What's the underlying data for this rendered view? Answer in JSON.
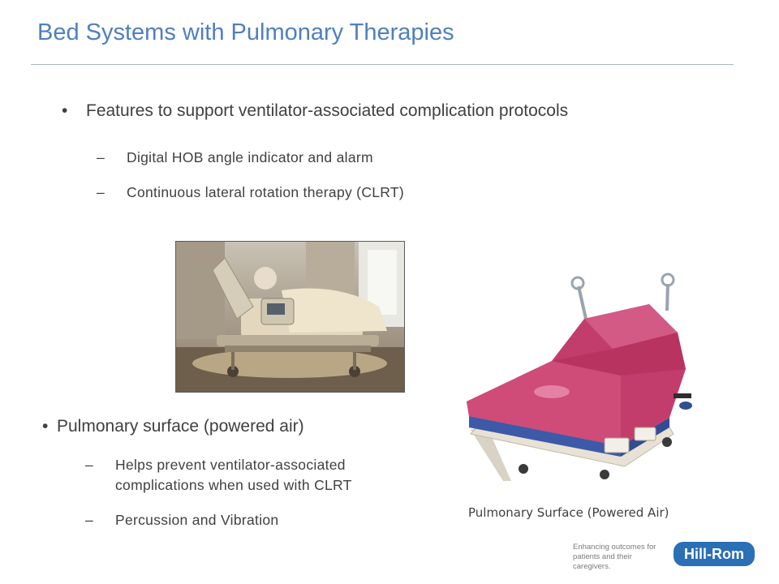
{
  "slide": {
    "title": "Bed Systems with Pulmonary Therapies",
    "bullet1": {
      "marker": "•",
      "text": "Features to support ventilator-associated complication protocols",
      "subitems": [
        {
          "marker": "–",
          "text": "Digital HOB angle indicator and alarm"
        },
        {
          "marker": "–",
          "text": "Continuous lateral rotation therapy (CLRT)"
        }
      ]
    },
    "bullet2": {
      "marker": "•",
      "text": "Pulmonary surface (powered air)",
      "subitems": [
        {
          "marker": "–",
          "line1": "Helps prevent ventilator-associated",
          "line2": "complications when used with CLRT"
        },
        {
          "marker": "–",
          "text": "Percussion and Vibration"
        }
      ]
    },
    "caption": "Pulmonary Surface (Powered Air)"
  },
  "footer": {
    "tagline_line1": "Enhancing outcomes for",
    "tagline_line2": "patients and their caregivers.",
    "logo_text": "Hill-Rom",
    "logo_color": "#2b6fb5"
  },
  "colors": {
    "title": "#4f7fbf",
    "text": "#404040",
    "rule": "#a9b8cc"
  },
  "images": [
    {
      "name": "patient-in-bed-photo",
      "subject": "elderly patient in hospital bed with head raised"
    },
    {
      "name": "pulmonary-surface-bed-photo",
      "subject": "hospital bed with pink powered air mattress"
    }
  ]
}
